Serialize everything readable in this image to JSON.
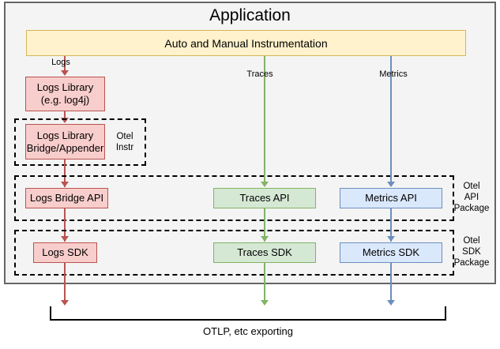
{
  "diagram": {
    "title": "Application",
    "instrumentation_bar": {
      "label": "Auto and Manual Instrumentation"
    },
    "edge_labels": {
      "logs": "Logs",
      "traces": "Traces",
      "metrics": "Metrics"
    },
    "groups": [
      {
        "name": "otel-instr",
        "label": "Otel\nInstr",
        "line1": "Otel",
        "line2": "Instr"
      },
      {
        "name": "otel-api-package",
        "line1": "Otel",
        "line2": "API",
        "line3": "Package"
      },
      {
        "name": "otel-sdk-package",
        "line1": "Otel",
        "line2": "SDK",
        "line3": "Package"
      }
    ],
    "nodes": {
      "logs_library_line1": "Logs Library",
      "logs_library_line2": "(e.g. log4j)",
      "logs_bridge_appender_line1": "Logs Library",
      "logs_bridge_appender_line2": "Bridge/Appender",
      "logs_bridge_api": "Logs Bridge API",
      "traces_api": "Traces API",
      "metrics_api": "Metrics API",
      "logs_sdk": "Logs SDK",
      "traces_sdk": "Traces SDK",
      "metrics_sdk": "Metrics SDK"
    },
    "export": {
      "label": "OTLP, etc exporting"
    },
    "colors": {
      "logs_fill": "#f8cecc",
      "logs_stroke": "#b85450",
      "traces_fill": "#d5e8d4",
      "traces_stroke": "#82b366",
      "metrics_fill": "#dae8fc",
      "metrics_stroke": "#6c8ebf",
      "instrumentation_fill": "#fff2cc",
      "instrumentation_stroke": "#d6b656",
      "app_background": "#f4f4f4",
      "app_border": "#666666"
    }
  }
}
